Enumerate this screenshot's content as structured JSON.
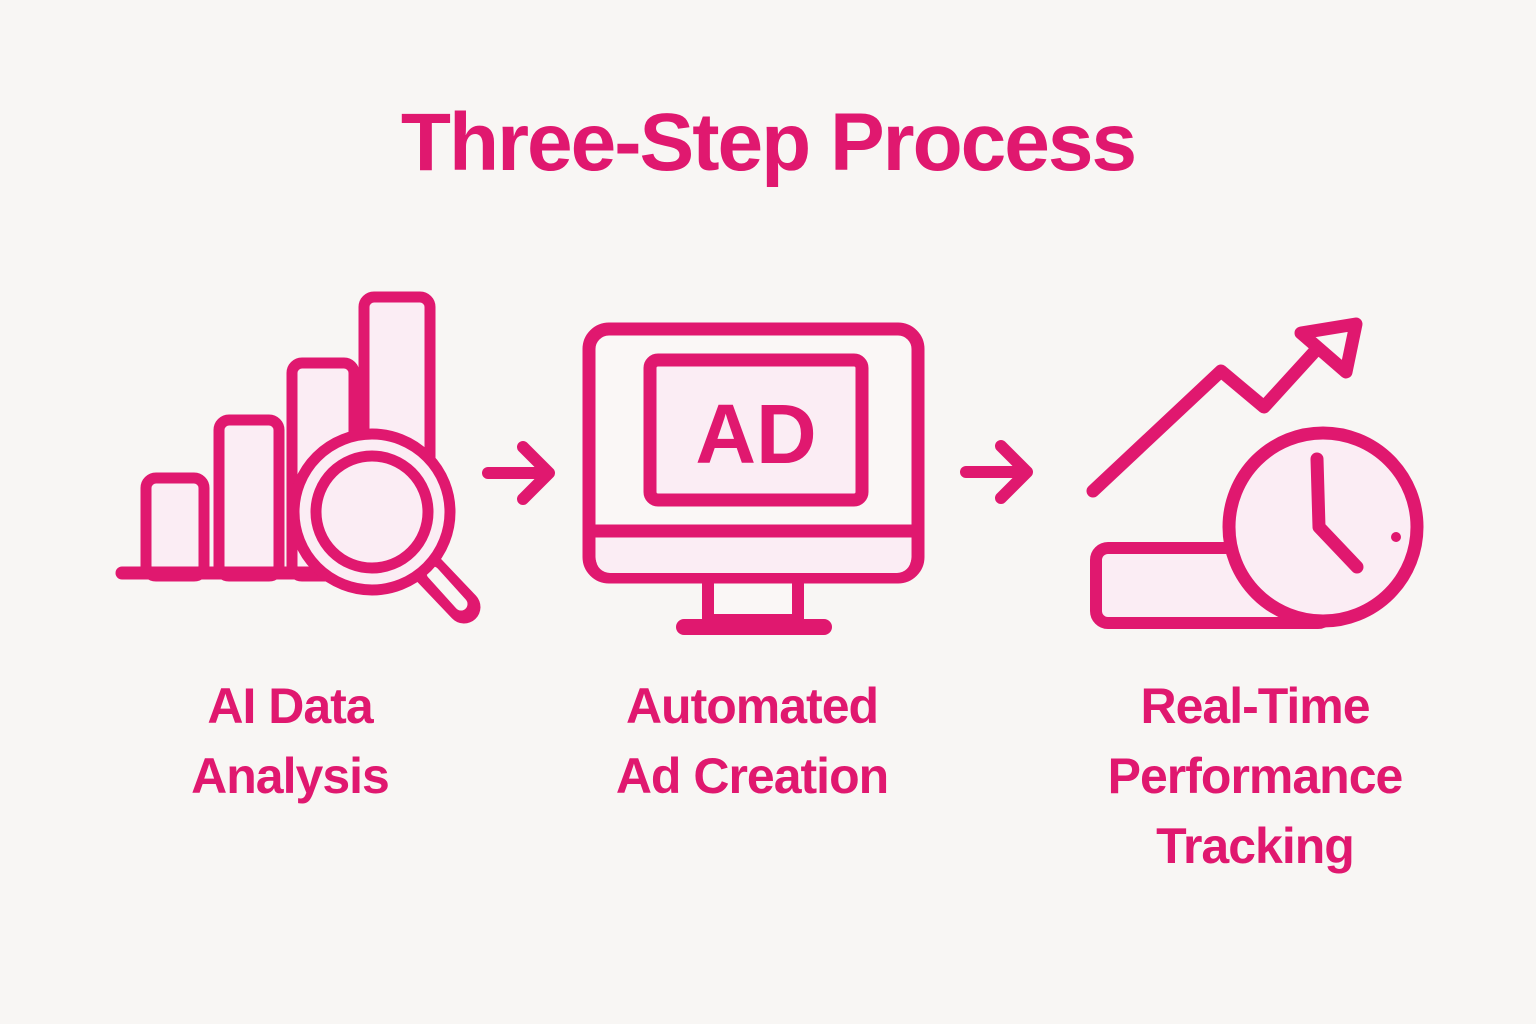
{
  "title": "Three-Step Process",
  "colors": {
    "accent": "#E0186F",
    "light_fill": "#FBEDF4",
    "screen_fill": "#FAF7F6",
    "background": "#F8F6F4"
  },
  "steps": [
    {
      "id": "ai-data-analysis",
      "icon": "bar-chart-magnifier-icon",
      "label": "AI Data Analysis",
      "label_lines": [
        "AI Data",
        "Analysis"
      ]
    },
    {
      "id": "automated-ad-creation",
      "icon": "monitor-ad-icon",
      "screen_text": "AD",
      "label": "Automated Ad Creation",
      "label_lines": [
        "Automated",
        "Ad Creation"
      ]
    },
    {
      "id": "real-time-performance-tracking",
      "icon": "trend-arrow-clock-icon",
      "label": "Real-Time Performance Tracking",
      "label_lines": [
        "Real-Time",
        "Performance",
        "Tracking"
      ]
    }
  ],
  "connectors": [
    {
      "icon": "arrow-right-icon"
    },
    {
      "icon": "arrow-right-icon"
    }
  ]
}
